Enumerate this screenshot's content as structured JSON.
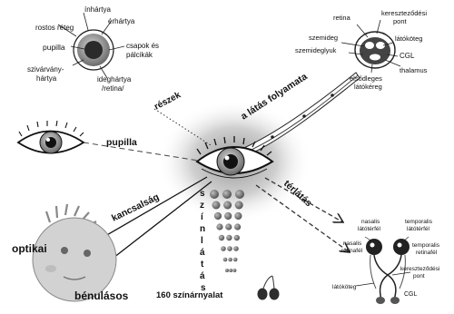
{
  "anatomy": {
    "inhartya": "ínhártya",
    "rostos_reteg": "rostos réteg",
    "erhartya": "érhártya",
    "pupilla": "pupilla",
    "csapok_1": "csapok és",
    "csapok_2": "pálcikák",
    "szivarvany_1": "szivárvány-",
    "szivarvany_2": "hártya",
    "ideghartya_1": "ideghártya",
    "ideghartya_2": "/retina/"
  },
  "pathway": {
    "retina": "retina",
    "kereszt_1": "kereszteződési",
    "kereszt_2": "pont",
    "szemideg": "szemideg",
    "latokoteg": "látóköteg",
    "szemideglyuk": "szemideglyuk",
    "cgl": "CGL",
    "elsodleges_1": "elsődleges",
    "elsodleges_2": "látókéreg",
    "thalamus": "thalamus"
  },
  "branches": {
    "reszek": "részek",
    "folyamat": "a látás folyamata",
    "pupilla": "pupilla",
    "kancsalsag": "kancsalság",
    "terlatas": "térlátás",
    "szinlatas_letters": [
      "s",
      "z",
      "í",
      "n",
      "l",
      "á",
      "t",
      "á",
      "s"
    ]
  },
  "face": {
    "optikai": "optikai",
    "benulasos": "bénulásos"
  },
  "colors": {
    "caption": "160 színárnyalat"
  },
  "field": {
    "nasalis_latoterfel_1": "nasalis",
    "nasalis_latoterfel_2": "látótérfél",
    "temporalis_latoterfel_1": "temporalis",
    "temporalis_latoterfel_2": "látótérfél",
    "nasalis_retinafel_1": "nasalis",
    "nasalis_retinafel_2": "retinafél",
    "temporalis_retinafel_1": "temporalis",
    "temporalis_retinafel_2": "retinafél",
    "kereszt_1": "kereszteződési",
    "kereszt_2": "pont",
    "latokoteg": "látóköteg",
    "cgl": "CGL"
  }
}
